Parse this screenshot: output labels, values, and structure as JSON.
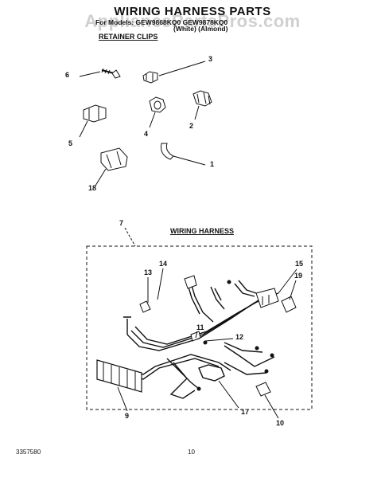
{
  "header": {
    "title": "WIRING HARNESS PARTS",
    "for_models": "For Models: GEW9868KQ0  GEW9878KQ0",
    "colors": "(White)  (Almond)",
    "watermark": "AppliancePartsPros.com"
  },
  "sections": {
    "retainer": "RETAINER CLIPS",
    "harness": "WIRING HARNESS"
  },
  "callouts": {
    "c1": "1",
    "c2": "2",
    "c3": "3",
    "c4": "4",
    "c5": "5",
    "c6": "6",
    "c7": "7",
    "c9": "9",
    "c10": "10",
    "c11": "11",
    "c12": "12",
    "c13": "13",
    "c14": "14",
    "c15": "15",
    "c17": "17",
    "c18": "18",
    "c19": "19"
  },
  "footer": {
    "doc_number": "3357580",
    "page": "10"
  }
}
